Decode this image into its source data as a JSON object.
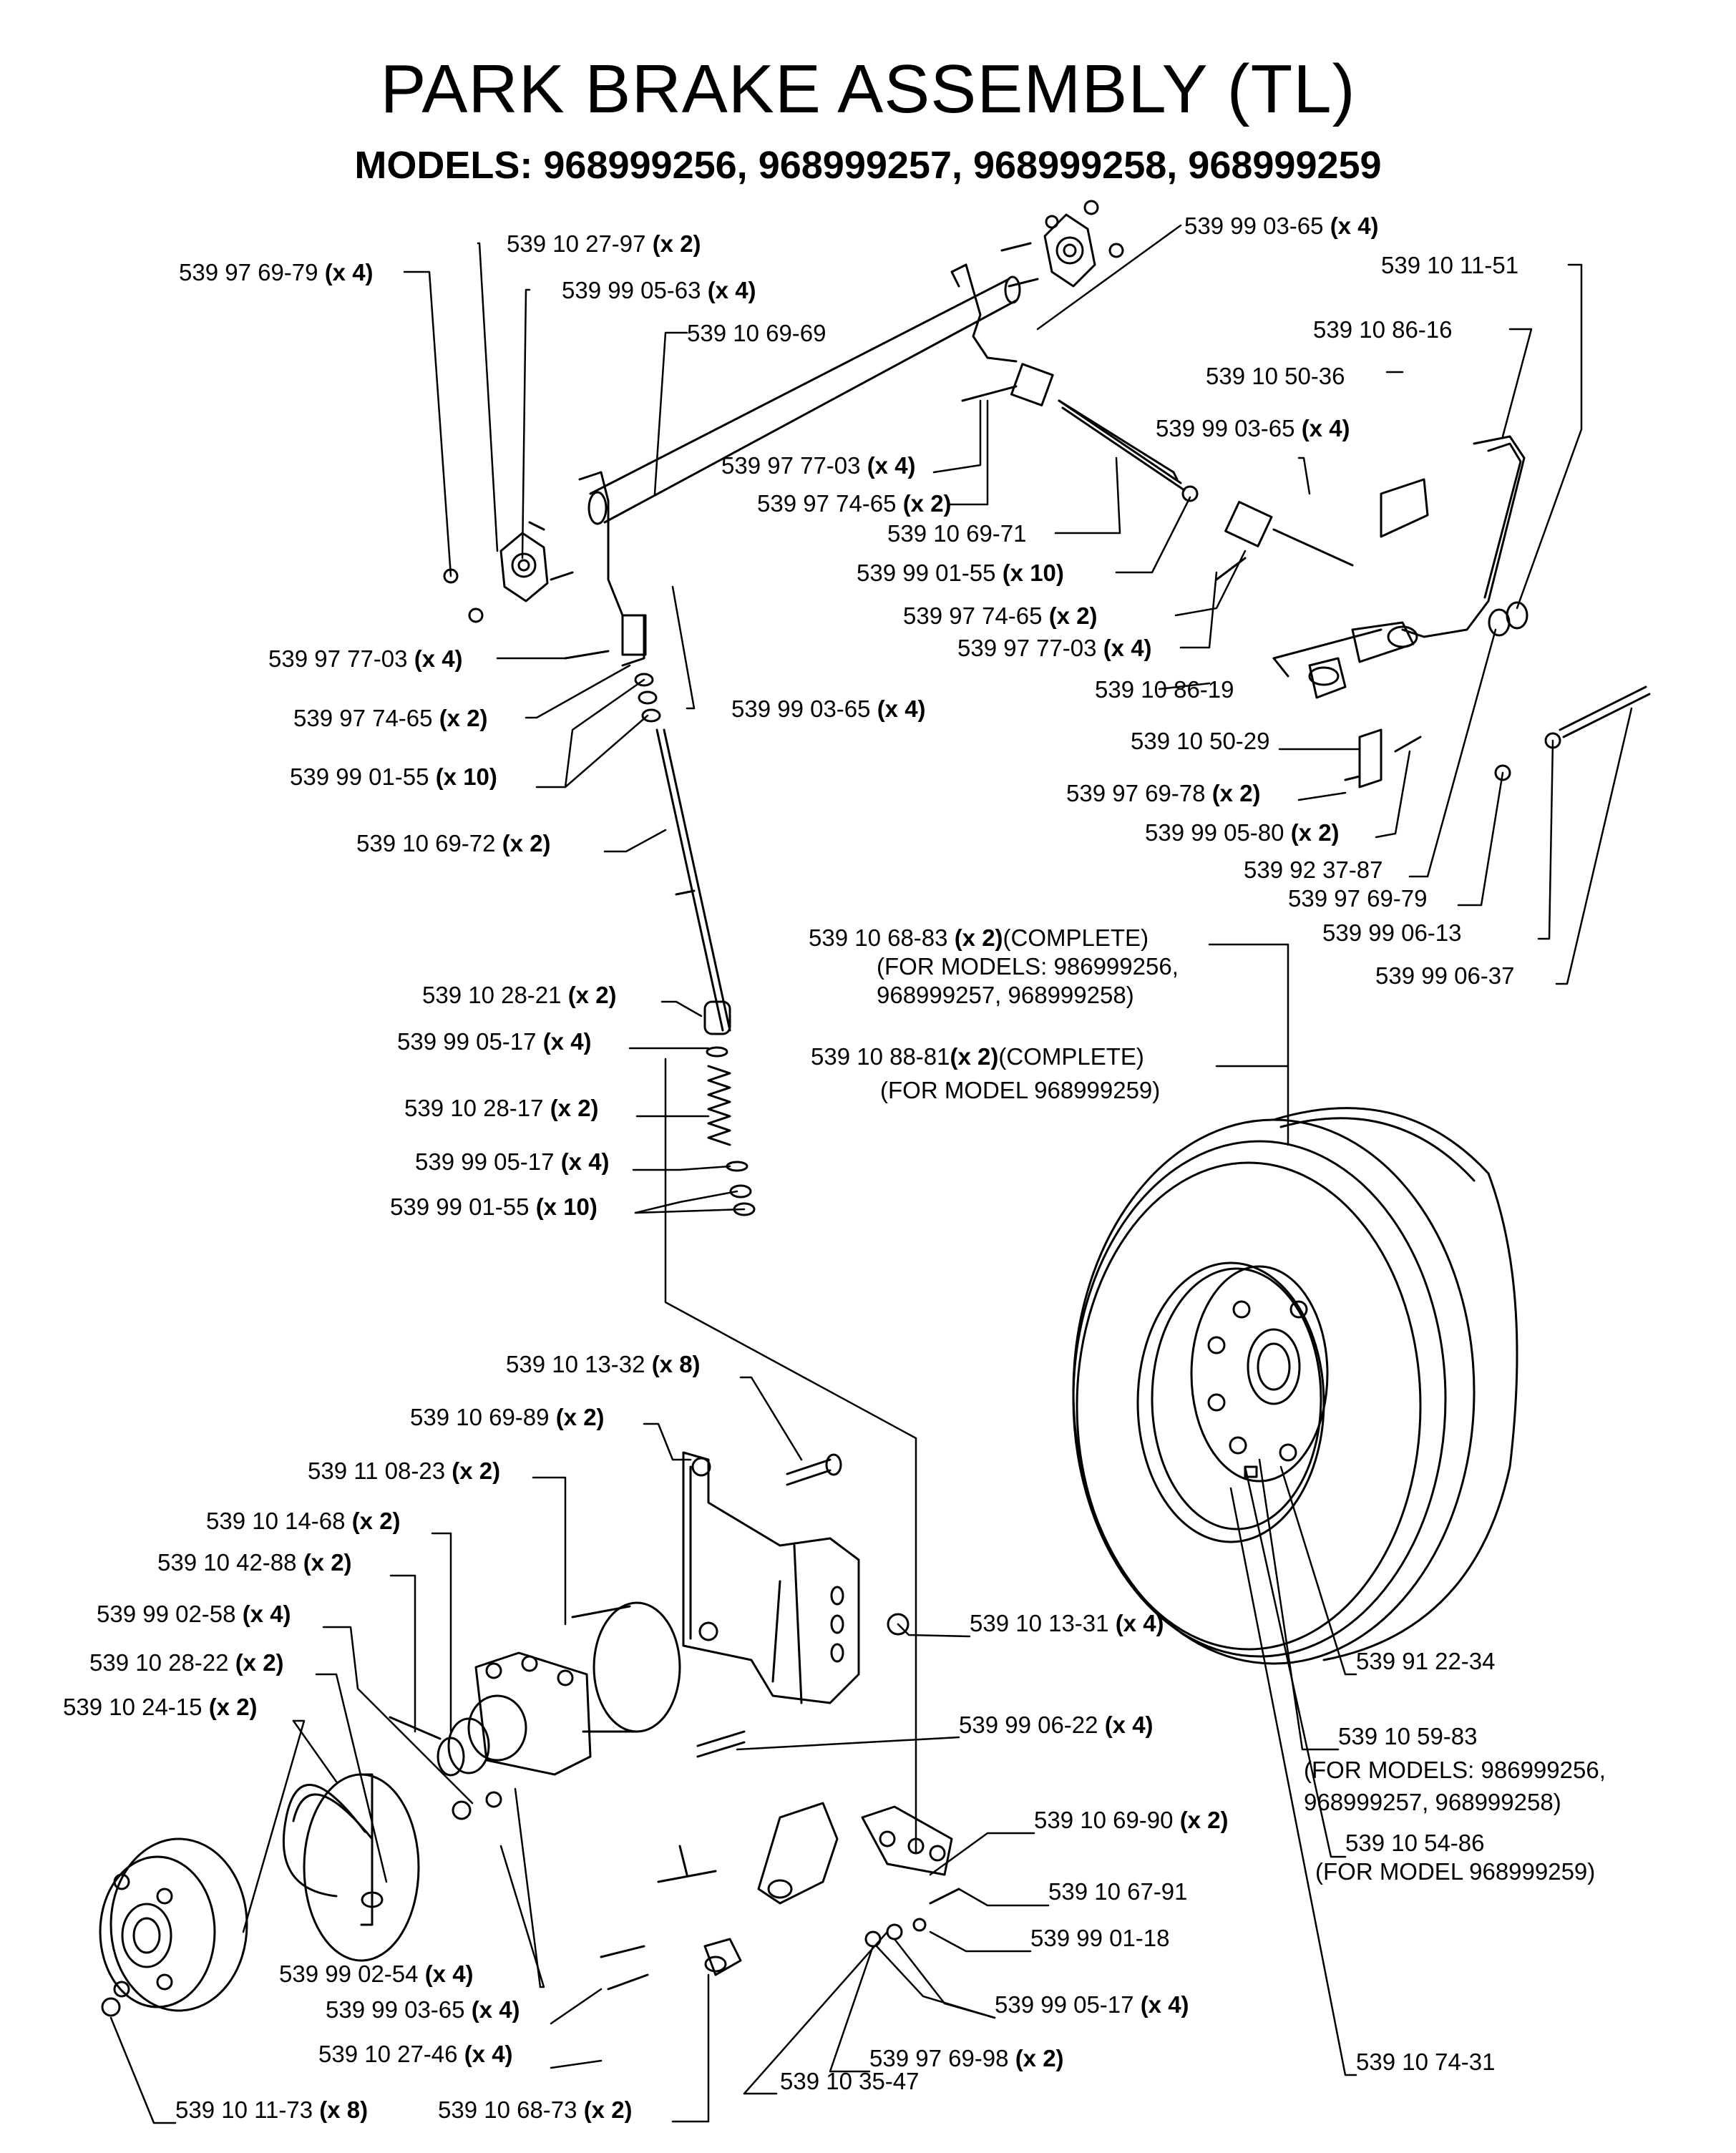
{
  "title": "PARK BRAKE ASSEMBLY (TL)",
  "models": "MODELS: 968999256, 968999257, 968999258, 968999259",
  "labels": {
    "l01": {
      "num": "539 97 69-79",
      "qty": "(x 4)"
    },
    "l02": {
      "num": "539 10 27-97",
      "qty": "(x 2)"
    },
    "l03": {
      "num": "539 99 05-63",
      "qty": "(x 4)"
    },
    "l04": {
      "num": "539 10 69-69",
      "qty": ""
    },
    "l05": {
      "num": "539 99 03-65",
      "qty": "(x 4)"
    },
    "l06": {
      "num": "539 10 11-51",
      "qty": ""
    },
    "l07": {
      "num": "539 10 86-16",
      "qty": ""
    },
    "l08": {
      "num": "539 10 50-36",
      "qty": ""
    },
    "l09": {
      "num": "539 99 03-65",
      "qty": "(x 4)"
    },
    "l10": {
      "num": "539 97 77-03",
      "qty": "(x 4)"
    },
    "l11": {
      "num": "539 97 74-65",
      "qty": "(x 2)"
    },
    "l12": {
      "num": "539 10 69-71",
      "qty": ""
    },
    "l13": {
      "num": "539 99 01-55",
      "qty": "(x 10)"
    },
    "l14": {
      "num": "539 97 74-65",
      "qty": "(x 2)"
    },
    "l15": {
      "num": "539 97 77-03",
      "qty": "(x 4)"
    },
    "l16": {
      "num": "539 10 86-19",
      "qty": ""
    },
    "l17": {
      "num": "539 97 77-03",
      "qty": "(x 4)"
    },
    "l18": {
      "num": "539 97 74-65",
      "qty": "(x 2)"
    },
    "l19": {
      "num": "539 99 03-65",
      "qty": "(x 4)"
    },
    "l20": {
      "num": "539 99 01-55",
      "qty": "(x 10)"
    },
    "l21": {
      "num": "539 10 50-29",
      "qty": ""
    },
    "l22": {
      "num": "539 97 69-78",
      "qty": "(x 2)"
    },
    "l23": {
      "num": "539 99 05-80",
      "qty": "(x 2)"
    },
    "l24": {
      "num": "539 92 37-87",
      "qty": ""
    },
    "l25": {
      "num": "539 97 69-79",
      "qty": ""
    },
    "l26": {
      "num": "539 99 06-13",
      "qty": ""
    },
    "l27": {
      "num": "539 99 06-37",
      "qty": ""
    },
    "l28": {
      "num": "539 10 69-72",
      "qty": "(x 2)"
    },
    "l29": {
      "num": "539 10 68-83",
      "qty": "(x 2)",
      "suffix": "(COMPLETE)"
    },
    "l30": {
      "text": "(FOR MODELS: 986999256,"
    },
    "l31": {
      "text": "968999257, 968999258)"
    },
    "l32": {
      "num": "539 10 88-81",
      "qty": "(x 2)",
      "suffix": "(COMPLETE)"
    },
    "l33": {
      "text": "(FOR MODEL 968999259)"
    },
    "l34": {
      "num": "539 10 28-21",
      "qty": "(x 2)"
    },
    "l35": {
      "num": "539 99 05-17",
      "qty": "(x 4)"
    },
    "l36": {
      "num": "539 10 28-17",
      "qty": "(x 2)"
    },
    "l37": {
      "num": "539 99 05-17",
      "qty": "(x 4)"
    },
    "l38": {
      "num": "539 99 01-55",
      "qty": "(x 10)"
    },
    "l39": {
      "num": "539 10 13-32",
      "qty": "(x 8)"
    },
    "l40": {
      "num": "539 10 69-89",
      "qty": "(x 2)"
    },
    "l41": {
      "num": "539 11 08-23",
      "qty": "(x 2)"
    },
    "l42": {
      "num": "539 10 14-68",
      "qty": "(x 2)"
    },
    "l43": {
      "num": "539 10 42-88",
      "qty": "(x 2)"
    },
    "l44": {
      "num": "539 99 02-58",
      "qty": "(x 4)"
    },
    "l45": {
      "num": "539 10 28-22",
      "qty": "(x 2)"
    },
    "l46": {
      "num": "539 10 24-15",
      "qty": "(x 2)"
    },
    "l47": {
      "num": "539 10 13-31",
      "qty": "(x 4)"
    },
    "l48": {
      "num": "539 91 22-34",
      "qty": ""
    },
    "l49": {
      "num": "539 99 06-22",
      "qty": "(x 4)"
    },
    "l50": {
      "num": "539 10 59-83",
      "qty": ""
    },
    "l51": {
      "text": "(FOR MODELS: 986999256,"
    },
    "l52": {
      "text": "968999257, 968999258)"
    },
    "l53": {
      "num": "539 10 69-90",
      "qty": "(x 2)"
    },
    "l54": {
      "num": "539 10 54-86",
      "qty": ""
    },
    "l55": {
      "text": "(FOR MODEL 968999259)"
    },
    "l56": {
      "num": "539 10 67-91",
      "qty": ""
    },
    "l57": {
      "num": "539 99 01-18",
      "qty": ""
    },
    "l58": {
      "num": "539 99 02-54",
      "qty": "(x 4)"
    },
    "l59": {
      "num": "539 99 03-65",
      "qty": "(x 4)"
    },
    "l60": {
      "num": "539 99 05-17",
      "qty": "(x 4)"
    },
    "l61": {
      "num": "539 10 74-31",
      "qty": ""
    },
    "l62": {
      "num": "539 10 27-46",
      "qty": "(x 4)"
    },
    "l63": {
      "num": "539 97 69-98",
      "qty": "(x 2)"
    },
    "l64": {
      "num": "539 10 35-47",
      "qty": ""
    },
    "l65": {
      "num": "539 10 11-73",
      "qty": "(x 8)"
    },
    "l66": {
      "num": "539 10 68-73",
      "qty": "(x 2)"
    }
  }
}
